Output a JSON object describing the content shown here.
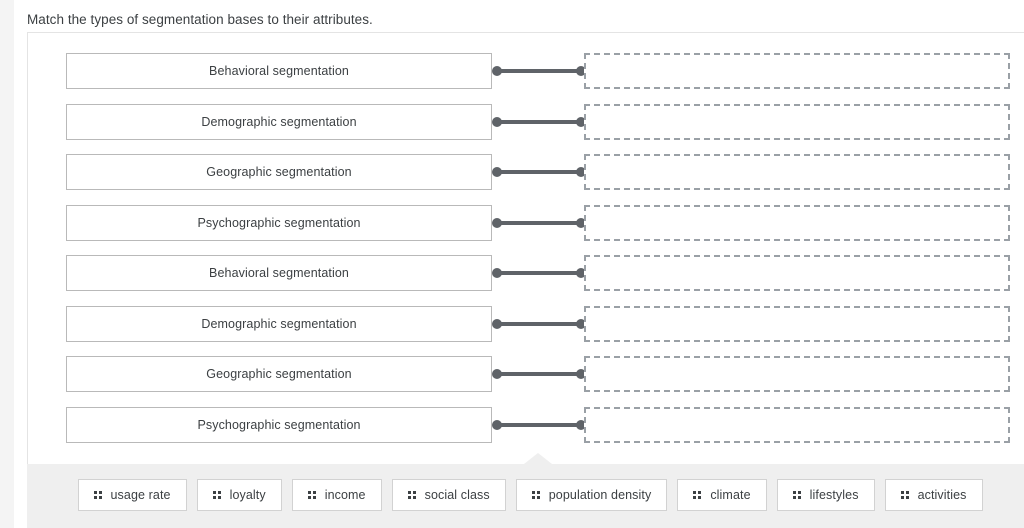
{
  "prompt": "Match the types of segmentation bases to their attributes.",
  "colors": {
    "connector": "#5f6368",
    "drop_border": "#9aa0a6",
    "term_border": "#b9b9b9",
    "tray_bg": "#efefef",
    "card_border": "#e4e4e4"
  },
  "rows": [
    {
      "term": "Behavioral segmentation",
      "answer": ""
    },
    {
      "term": "Demographic segmentation",
      "answer": ""
    },
    {
      "term": "Geographic segmentation",
      "answer": ""
    },
    {
      "term": "Psychographic segmentation",
      "answer": ""
    },
    {
      "term": "Behavioral segmentation",
      "answer": ""
    },
    {
      "term": "Demographic segmentation",
      "answer": ""
    },
    {
      "term": "Geographic segmentation",
      "answer": ""
    },
    {
      "term": "Psychographic segmentation",
      "answer": ""
    }
  ],
  "tray": {
    "handle_icon": "drag-handle-icon",
    "chips": [
      {
        "label": "usage rate"
      },
      {
        "label": "loyalty"
      },
      {
        "label": "income"
      },
      {
        "label": "social class"
      },
      {
        "label": "population density"
      },
      {
        "label": "climate"
      },
      {
        "label": "lifestyles"
      },
      {
        "label": "activities"
      }
    ]
  }
}
